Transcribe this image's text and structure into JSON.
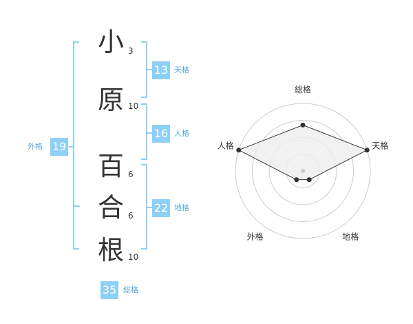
{
  "name_characters": [
    {
      "char": "小",
      "strokes": "3"
    },
    {
      "char": "原",
      "strokes": "10"
    },
    {
      "char": "百",
      "strokes": "6"
    },
    {
      "char": "合",
      "strokes": "6"
    },
    {
      "char": "根",
      "strokes": "10"
    }
  ],
  "fortunes": {
    "tenkaku": {
      "value": "13",
      "label": "天格"
    },
    "jinkaku": {
      "value": "16",
      "label": "人格"
    },
    "chikaku": {
      "value": "22",
      "label": "地格"
    },
    "gaikaku": {
      "value": "19",
      "label": "外格"
    },
    "soukaku": {
      "value": "35",
      "label": "総格"
    }
  },
  "colors": {
    "accent": "#8ecff5",
    "accent_text": "#5aa9d8",
    "text": "#333333",
    "radar_fill": "#eeeeee",
    "radar_grid": "#cccccc",
    "radar_line": "#333333"
  },
  "chart_data": {
    "type": "radar",
    "axes": [
      "総格",
      "天格",
      "地格",
      "外格",
      "人格"
    ],
    "values": [
      0.68,
      1.0,
      0.16,
      0.16,
      1.0
    ],
    "value_scale": "relative (0 to 1, outer ring = 1)",
    "rings": 4,
    "grid": true
  }
}
